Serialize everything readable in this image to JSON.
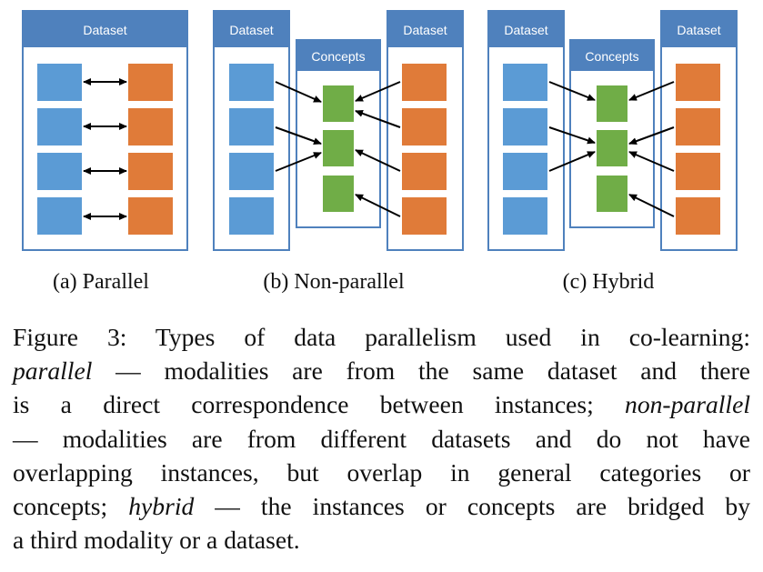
{
  "colors": {
    "header_blue": "#4f81bd",
    "frame_blue": "#4f81bd",
    "blue_item": "#5b9bd5",
    "orange_item": "#e07b39",
    "green_concept": "#70ad47",
    "arrow": "#000000"
  },
  "panels": {
    "parallel": {
      "dataset_label": "Dataset",
      "caption": "(a) Parallel"
    },
    "nonparallel": {
      "left_dataset_label": "Dataset",
      "concepts_label": "Concepts",
      "right_dataset_label": "Dataset",
      "caption": "(b) Non-parallel"
    },
    "hybrid": {
      "left_dataset_label": "Dataset",
      "concepts_label": "Concepts",
      "right_dataset_label": "Dataset",
      "caption": "(c) Hybrid"
    }
  },
  "figure_caption": {
    "line1": "Figure 3:  Types of data parallelism used in co-learning:",
    "line2_em": "parallel",
    "line2_rest": " — modalities are from the same dataset and there",
    "line3_pre": "is a direct correspondence between instances; ",
    "line3_em": "non-parallel",
    "line4": "— modalities are from different datasets and do not have",
    "line5": "overlapping instances, but overlap in general categories or",
    "line6_pre": "concepts; ",
    "line6_em": "hybrid",
    "line6_rest": " — the instances or concepts are bridged by",
    "line7": "a third modality or a dataset."
  }
}
